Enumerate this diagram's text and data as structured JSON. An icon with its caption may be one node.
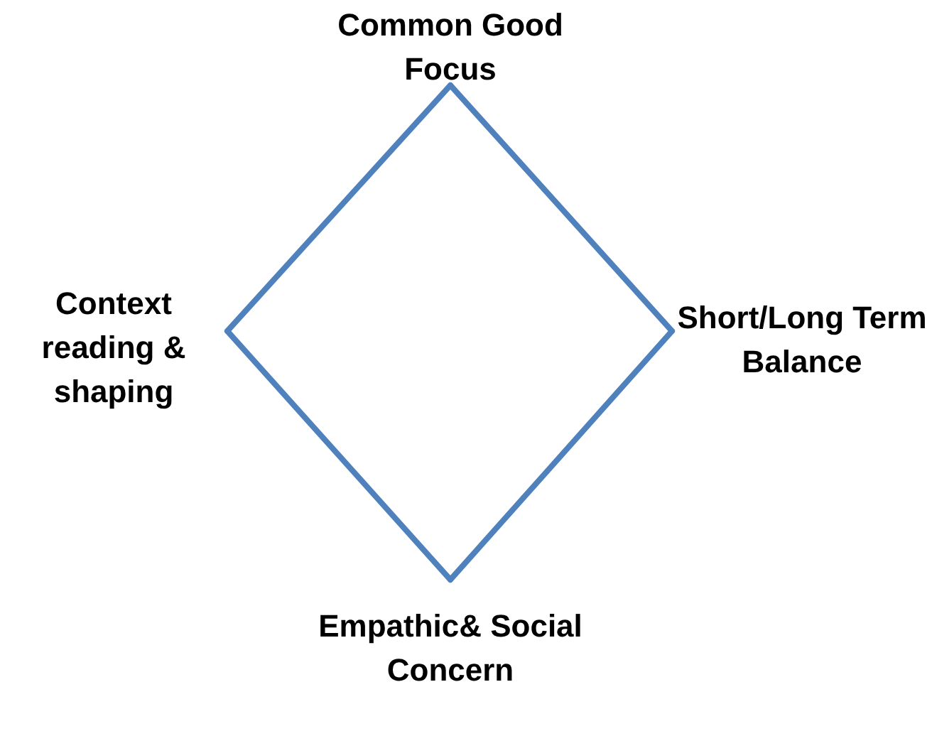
{
  "diagram": {
    "nodes": [
      {
        "text": [
          "Common Good Focus"
        ]
      },
      {
        "text": [
          "Context reading & shaping"
        ]
      },
      {
        "text": [
          "Short/Long Term Balance"
        ]
      },
      {
        "text": [
          "Empathic& Social Concern"
        ]
      }
    ],
    "edges": [
      {
        "from": 0,
        "to": 2,
        "arrow": "none"
      },
      {
        "from": 2,
        "to": 3,
        "arrow": "none"
      },
      {
        "from": 3,
        "to": 1,
        "arrow": "none"
      },
      {
        "from": 1,
        "to": 0,
        "arrow": "none"
      }
    ]
  }
}
